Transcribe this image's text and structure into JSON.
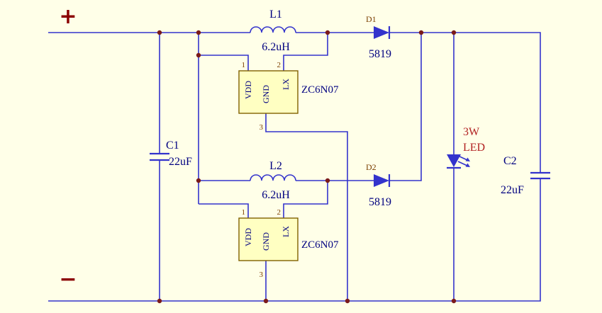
{
  "colors": {
    "background": "#FFFFE8",
    "wire": "#3333CC",
    "component_label": "#000080",
    "designator_brown": "#7B3F00",
    "terminal_red": "#8B0000",
    "led_text_red": "#B22222",
    "junction_dot": "#7A1A1A",
    "ic_fill": "#FFFFC2",
    "ic_border": "#806000"
  },
  "terminals": {
    "positive": "+",
    "negative": "−"
  },
  "components": {
    "L1": {
      "ref": "L1",
      "value": "6.2uH"
    },
    "L2": {
      "ref": "L2",
      "value": "6.2uH"
    },
    "C1": {
      "ref": "C1",
      "value": "22uF"
    },
    "C2": {
      "ref": "C2",
      "value": "22uF"
    },
    "D1": {
      "ref": "D1",
      "value": "5819"
    },
    "D2": {
      "ref": "D2",
      "value": "5819"
    },
    "IC1": {
      "part": "ZC6N07",
      "pin1_num": "1",
      "pin1_name": "VDD",
      "pin2_num": "2",
      "pin2_name": "LX",
      "pin3_num": "3",
      "pin3_name": "GND"
    },
    "IC2": {
      "part": "ZC6N07",
      "pin1_num": "1",
      "pin1_name": "VDD",
      "pin2_num": "2",
      "pin2_name": "LX",
      "pin3_num": "3",
      "pin3_name": "GND"
    },
    "LED": {
      "label_line1": "3W",
      "label_line2": "LED"
    }
  }
}
